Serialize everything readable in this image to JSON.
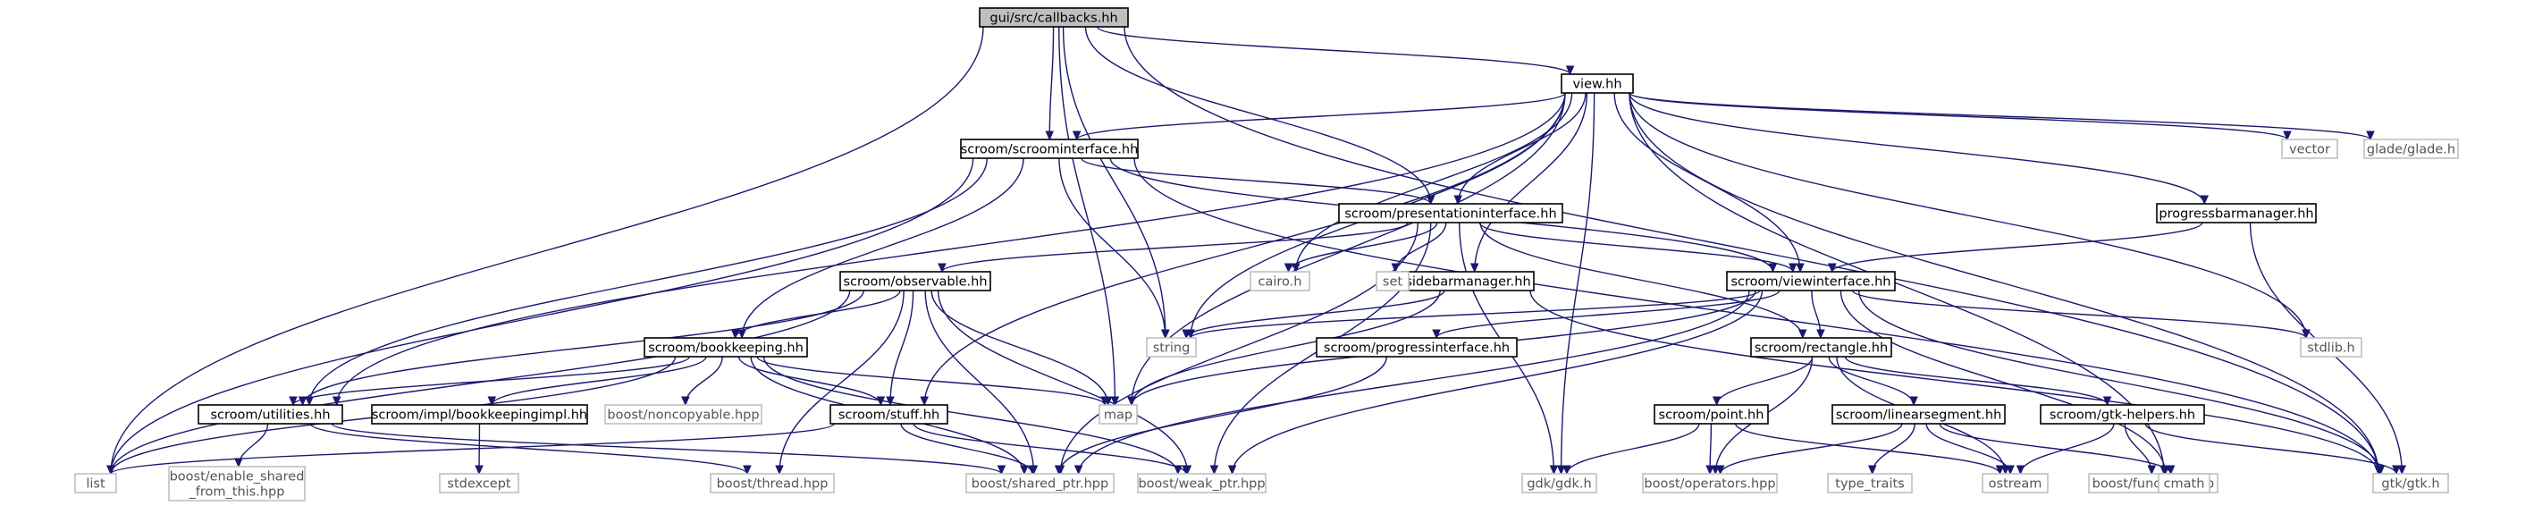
{
  "diagram": {
    "nodes": [
      {
        "id": "callbacks",
        "label": "gui/src/callbacks.hh",
        "kind": "root"
      },
      {
        "id": "view",
        "label": "view.hh",
        "kind": "local"
      },
      {
        "id": "scroominterface",
        "label": "scroom/scroominterface.hh",
        "kind": "local"
      },
      {
        "id": "presentationinterface",
        "label": "scroom/presentationinterface.hh",
        "kind": "local"
      },
      {
        "id": "observable",
        "label": "scroom/observable.hh",
        "kind": "local"
      },
      {
        "id": "bookkeeping",
        "label": "scroom/bookkeeping.hh",
        "kind": "local"
      },
      {
        "id": "utilities",
        "label": "scroom/utilities.hh",
        "kind": "local"
      },
      {
        "id": "bookkeepingimpl",
        "label": "scroom/impl/bookkeepingimpl.hh",
        "kind": "local"
      },
      {
        "id": "stuff",
        "label": "scroom/stuff.hh",
        "kind": "local"
      },
      {
        "id": "sidebarmanager",
        "label": "sidebarmanager.hh",
        "kind": "local"
      },
      {
        "id": "viewinterface",
        "label": "scroom/viewinterface.hh",
        "kind": "local"
      },
      {
        "id": "progressinterface",
        "label": "scroom/progressinterface.hh",
        "kind": "local"
      },
      {
        "id": "rectangle",
        "label": "scroom/rectangle.hh",
        "kind": "local"
      },
      {
        "id": "point",
        "label": "scroom/point.hh",
        "kind": "local"
      },
      {
        "id": "linearsegment",
        "label": "scroom/linearsegment.hh",
        "kind": "local"
      },
      {
        "id": "gtkhelpers",
        "label": "scroom/gtk-helpers.hh",
        "kind": "local"
      },
      {
        "id": "progressbarmanager",
        "label": "progressbarmanager.hh",
        "kind": "local"
      },
      {
        "id": "list",
        "label": "list",
        "kind": "external"
      },
      {
        "id": "enable_shared",
        "label": [
          "boost/enable_shared",
          "_from_this.hpp"
        ],
        "kind": "external"
      },
      {
        "id": "stdexcept",
        "label": "stdexcept",
        "kind": "external"
      },
      {
        "id": "thread",
        "label": "boost/thread.hpp",
        "kind": "external"
      },
      {
        "id": "shared_ptr",
        "label": "boost/shared_ptr.hpp",
        "kind": "external"
      },
      {
        "id": "weak_ptr",
        "label": "boost/weak_ptr.hpp",
        "kind": "external"
      },
      {
        "id": "noncopyable",
        "label": "boost/noncopyable.hpp",
        "kind": "external"
      },
      {
        "id": "map",
        "label": "map",
        "kind": "external"
      },
      {
        "id": "string",
        "label": "string",
        "kind": "external"
      },
      {
        "id": "cairo",
        "label": "cairo.h",
        "kind": "external"
      },
      {
        "id": "set",
        "label": "set",
        "kind": "external"
      },
      {
        "id": "gdk",
        "label": "gdk/gdk.h",
        "kind": "external"
      },
      {
        "id": "operators",
        "label": "boost/operators.hpp",
        "kind": "external"
      },
      {
        "id": "type_traits",
        "label": "type_traits",
        "kind": "external"
      },
      {
        "id": "ostream",
        "label": "ostream",
        "kind": "external"
      },
      {
        "id": "function",
        "label": "boost/function.hpp",
        "kind": "external"
      },
      {
        "id": "cmath",
        "label": "cmath",
        "kind": "external"
      },
      {
        "id": "gtk",
        "label": "gtk/gtk.h",
        "kind": "external"
      },
      {
        "id": "stdlib",
        "label": "stdlib.h",
        "kind": "external"
      },
      {
        "id": "vector",
        "label": "vector",
        "kind": "external"
      },
      {
        "id": "glade",
        "label": "glade/glade.h",
        "kind": "external"
      }
    ],
    "edges": [
      [
        "callbacks",
        "view"
      ],
      [
        "callbacks",
        "scroominterface"
      ],
      [
        "callbacks",
        "presentationinterface"
      ],
      [
        "callbacks",
        "list"
      ],
      [
        "callbacks",
        "string"
      ],
      [
        "callbacks",
        "map"
      ],
      [
        "callbacks",
        "gtk"
      ],
      [
        "view",
        "scroominterface"
      ],
      [
        "view",
        "presentationinterface"
      ],
      [
        "view",
        "viewinterface"
      ],
      [
        "view",
        "sidebarmanager"
      ],
      [
        "view",
        "progressbarmanager"
      ],
      [
        "view",
        "utilities"
      ],
      [
        "view",
        "stuff"
      ],
      [
        "view",
        "map"
      ],
      [
        "view",
        "string"
      ],
      [
        "view",
        "cairo"
      ],
      [
        "view",
        "gdk"
      ],
      [
        "view",
        "cmath"
      ],
      [
        "view",
        "gtk"
      ],
      [
        "view",
        "stdlib"
      ],
      [
        "view",
        "vector"
      ],
      [
        "view",
        "glade"
      ],
      [
        "scroominterface",
        "presentationinterface"
      ],
      [
        "scroominterface",
        "viewinterface"
      ],
      [
        "scroominterface",
        "bookkeeping"
      ],
      [
        "scroominterface",
        "utilities"
      ],
      [
        "scroominterface",
        "list"
      ],
      [
        "scroominterface",
        "string"
      ],
      [
        "scroominterface",
        "gtk"
      ],
      [
        "presentationinterface",
        "observable"
      ],
      [
        "presentationinterface",
        "viewinterface"
      ],
      [
        "presentationinterface",
        "rectangle"
      ],
      [
        "presentationinterface",
        "cairo"
      ],
      [
        "presentationinterface",
        "set"
      ],
      [
        "presentationinterface",
        "gdk"
      ],
      [
        "presentationinterface",
        "shared_ptr"
      ],
      [
        "presentationinterface",
        "weak_ptr"
      ],
      [
        "observable",
        "bookkeeping"
      ],
      [
        "observable",
        "utilities"
      ],
      [
        "observable",
        "stuff"
      ],
      [
        "observable",
        "list"
      ],
      [
        "observable",
        "map"
      ],
      [
        "observable",
        "shared_ptr"
      ],
      [
        "observable",
        "weak_ptr"
      ],
      [
        "observable",
        "thread"
      ],
      [
        "bookkeeping",
        "utilities"
      ],
      [
        "bookkeeping",
        "bookkeepingimpl"
      ],
      [
        "bookkeeping",
        "stuff"
      ],
      [
        "bookkeeping",
        "noncopyable"
      ],
      [
        "bookkeeping",
        "map"
      ],
      [
        "bookkeeping",
        "list"
      ],
      [
        "bookkeeping",
        "shared_ptr"
      ],
      [
        "bookkeeping",
        "weak_ptr"
      ],
      [
        "utilities",
        "enable_shared"
      ],
      [
        "utilities",
        "thread"
      ],
      [
        "utilities",
        "shared_ptr"
      ],
      [
        "bookkeepingimpl",
        "stdexcept"
      ],
      [
        "stuff",
        "list"
      ],
      [
        "stuff",
        "shared_ptr"
      ],
      [
        "stuff",
        "weak_ptr"
      ],
      [
        "sidebarmanager",
        "string"
      ],
      [
        "sidebarmanager",
        "map"
      ],
      [
        "sidebarmanager",
        "gtk"
      ],
      [
        "viewinterface",
        "progressinterface"
      ],
      [
        "viewinterface",
        "rectangle"
      ],
      [
        "viewinterface",
        "string"
      ],
      [
        "viewinterface",
        "stdlib"
      ],
      [
        "viewinterface",
        "gtk"
      ],
      [
        "viewinterface",
        "cmath"
      ],
      [
        "viewinterface",
        "shared_ptr"
      ],
      [
        "viewinterface",
        "weak_ptr"
      ],
      [
        "viewinterface",
        "map"
      ],
      [
        "progressinterface",
        "shared_ptr"
      ],
      [
        "rectangle",
        "point"
      ],
      [
        "rectangle",
        "linearsegment"
      ],
      [
        "rectangle",
        "gtkhelpers"
      ],
      [
        "rectangle",
        "ostream"
      ],
      [
        "rectangle",
        "operators"
      ],
      [
        "point",
        "gdk"
      ],
      [
        "point",
        "operators"
      ],
      [
        "point",
        "ostream"
      ],
      [
        "linearsegment",
        "operators"
      ],
      [
        "linearsegment",
        "type_traits"
      ],
      [
        "linearsegment",
        "ostream"
      ],
      [
        "linearsegment",
        "cmath"
      ],
      [
        "gtkhelpers",
        "function"
      ],
      [
        "gtkhelpers",
        "gtk"
      ],
      [
        "gtkhelpers",
        "ostream"
      ],
      [
        "progressbarmanager",
        "viewinterface"
      ],
      [
        "progressbarmanager",
        "gtk"
      ]
    ]
  }
}
